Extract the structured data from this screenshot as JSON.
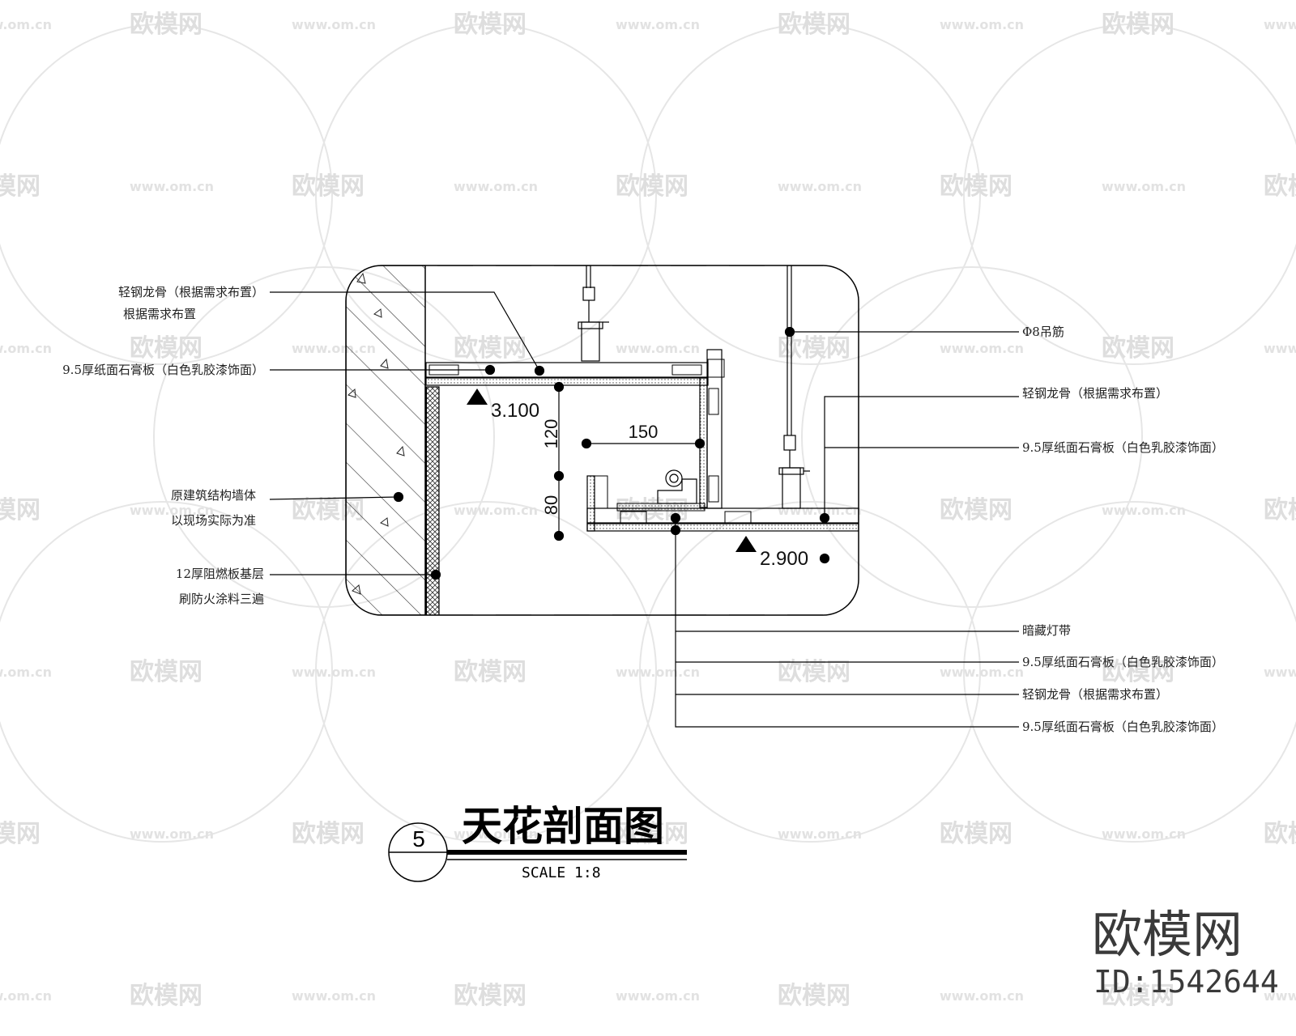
{
  "watermark": {
    "brand_text": "欧模网",
    "url_text": "www.om.cn"
  },
  "drawing": {
    "title": "天花剖面图",
    "detail_number": "5",
    "scale": "SCALE 1:8"
  },
  "elevations": {
    "upper": "3.100",
    "lower": "2.900"
  },
  "dimensions": {
    "vertical_upper": "120",
    "vertical_lower": "80",
    "horizontal": "150"
  },
  "left_notes": [
    {
      "lines": [
        "轻钢龙骨（根据需求布置）",
        "根据需求布置"
      ]
    },
    {
      "lines": [
        "9.5厚纸面石膏板（白色乳胶漆饰面）"
      ]
    },
    {
      "lines": [
        "原建筑结构墙体",
        "以现场实际为准"
      ]
    },
    {
      "lines": [
        "12厚阻燃板基层",
        "刷防火涂料三遍"
      ]
    }
  ],
  "right_notes": [
    {
      "text": "Φ8吊筋"
    },
    {
      "text": "轻钢龙骨（根据需求布置）"
    },
    {
      "text": "9.5厚纸面石膏板（白色乳胶漆饰面）"
    },
    {
      "text": "暗藏灯带"
    },
    {
      "text": "9.5厚纸面石膏板（白色乳胶漆饰面）"
    },
    {
      "text": "轻钢龙骨（根据需求布置）"
    },
    {
      "text": "9.5厚纸面石膏板（白色乳胶漆饰面）"
    }
  ],
  "brand": {
    "name": "欧模网",
    "id": "ID:1542644"
  }
}
